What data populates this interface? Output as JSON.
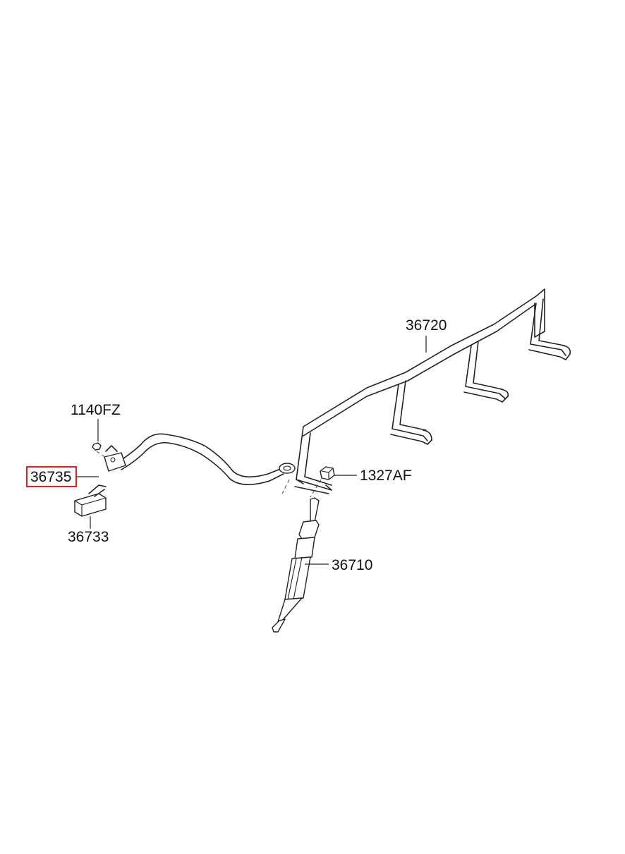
{
  "parts": {
    "harness": {
      "number": "36720",
      "icon": "glow-plug-wiring-harness"
    },
    "nut": {
      "number": "1140FZ",
      "icon": "nut"
    },
    "ground_cable": {
      "number": "36735",
      "highlight_color": "#e02020"
    },
    "connector": {
      "number": "36733",
      "icon": "connector"
    },
    "plug_nut": {
      "number": "1327AF",
      "icon": "hex-nut"
    },
    "glow_plug": {
      "number": "36710",
      "icon": "glow-plug"
    }
  },
  "colors": {
    "line": "#222222",
    "text": "#111111",
    "highlight": "#e02020",
    "background": "#ffffff"
  }
}
